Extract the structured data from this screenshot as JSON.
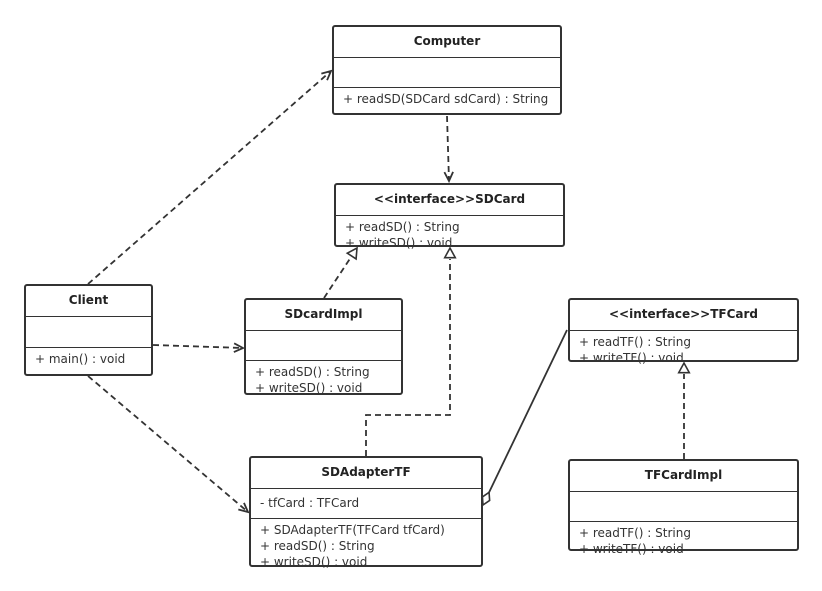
{
  "classes": {
    "computer": {
      "name": "Computer",
      "attributes": [],
      "operations": [
        "+ readSD(SDCard sdCard) : String"
      ]
    },
    "sdcard": {
      "name": "<<interface>>SDCard",
      "operations": [
        "+ readSD() : String",
        "+ writeSD() : void"
      ]
    },
    "client": {
      "name": "Client",
      "attributes": [],
      "operations": [
        "+ main() : void"
      ]
    },
    "sdcardimpl": {
      "name": "SDcardImpl",
      "attributes": [],
      "operations": [
        "+ readSD() : String",
        "+ writeSD() : void"
      ]
    },
    "tfcard": {
      "name": "<<interface>>TFCard",
      "operations": [
        "+ readTF() : String",
        "+ writeTF() : void"
      ]
    },
    "sdadaptertf": {
      "name": "SDAdapterTF",
      "attributes": [
        "- tfCard : TFCard"
      ],
      "operations": [
        "+ SDAdapterTF(TFCard tfCard)",
        "+ readSD() : String",
        "+ writeSD() : void"
      ]
    },
    "tfcardimpl": {
      "name": "TFCardImpl",
      "attributes": [],
      "operations": [
        "+ readTF() : String",
        "+ writeTF() : void"
      ]
    }
  },
  "relationships": [
    {
      "from": "client",
      "to": "computer",
      "type": "dependency"
    },
    {
      "from": "computer",
      "to": "sdcard",
      "type": "dependency"
    },
    {
      "from": "client",
      "to": "sdcardimpl",
      "type": "dependency"
    },
    {
      "from": "client",
      "to": "sdadaptertf",
      "type": "dependency"
    },
    {
      "from": "sdcardimpl",
      "to": "sdcard",
      "type": "realization"
    },
    {
      "from": "sdadaptertf",
      "to": "sdcard",
      "type": "realization"
    },
    {
      "from": "sdadaptertf",
      "to": "tfcard",
      "type": "aggregation"
    },
    {
      "from": "tfcardimpl",
      "to": "tfcard",
      "type": "realization"
    }
  ],
  "colors": {
    "stroke": "#333333",
    "text": "#222222",
    "background": "#ffffff"
  }
}
